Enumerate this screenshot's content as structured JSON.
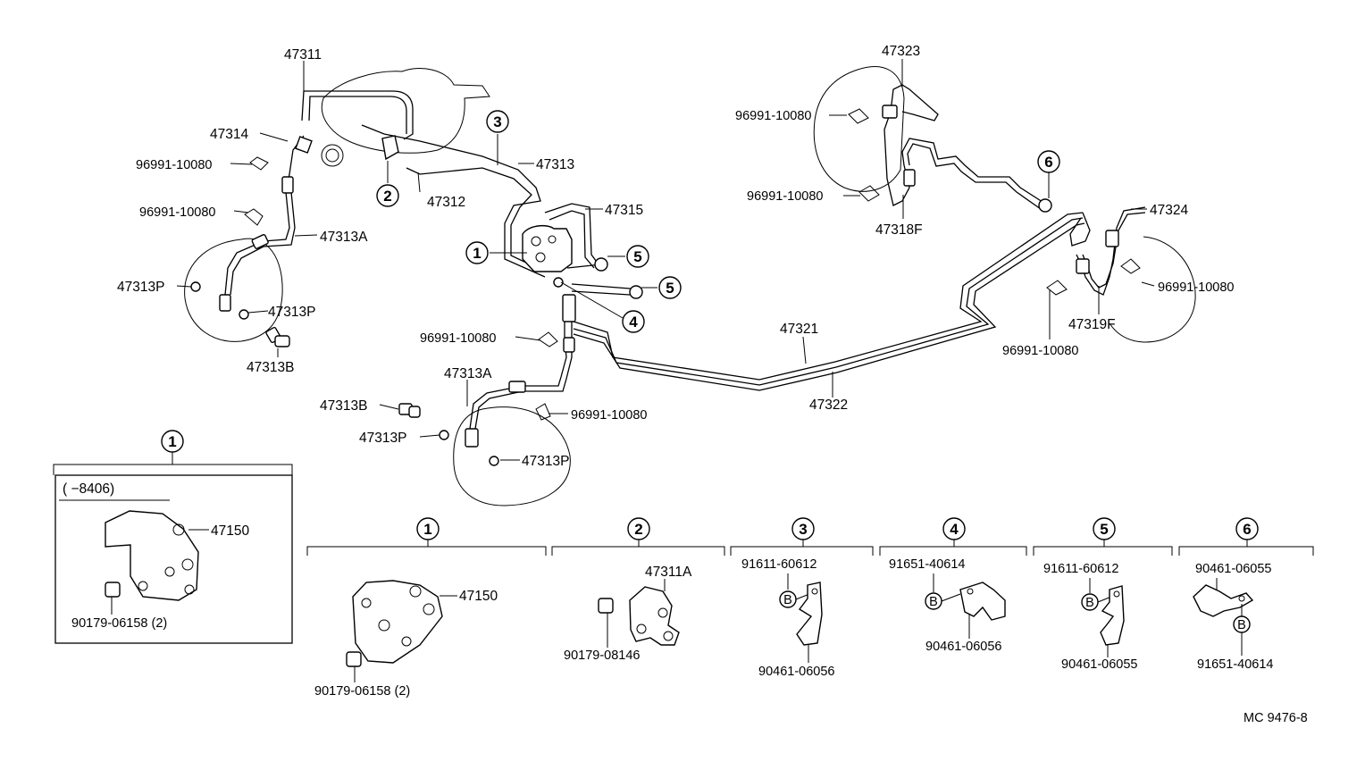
{
  "diagram": {
    "labels": {
      "p47311": "47311",
      "p47314": "47314",
      "p96991_a": "96991-10080",
      "p96991_b": "96991-10080",
      "p47313P_a": "47313P",
      "p47313P_b": "47313P",
      "p47313B_a": "47313B",
      "p47313A_a": "47313A",
      "p47312": "47312",
      "p47313": "47313",
      "p47315": "47315",
      "p96991_c": "96991-10080",
      "p47313A_b": "47313A",
      "p47313B_b": "47313B",
      "p47313P_c": "47313P",
      "p47313P_d": "47313P",
      "p96991_d": "96991-10080",
      "p47321": "47321",
      "p47322": "47322",
      "p47323": "47323",
      "p96991_e": "96991-10080",
      "p96991_f": "96991-10080",
      "p47318F": "47318F",
      "p47324": "47324",
      "p96991_g": "96991-10080",
      "p47319F": "47319F",
      "p96991_h": "96991-10080"
    },
    "callouts": {
      "c1": "1",
      "c2": "2",
      "c3": "3",
      "c4": "4",
      "c5a": "5",
      "c5b": "5",
      "c6": "6"
    },
    "inset": {
      "number": "1",
      "range": "(        −8406)",
      "part": "47150",
      "fitting": "90179-06158 (2)"
    },
    "details": {
      "d1": {
        "number": "1",
        "part": "47150",
        "fitting": "90179-06158 (2)"
      },
      "d2": {
        "number": "2",
        "part": "47311A",
        "fitting": "90179-08146"
      },
      "d3": {
        "number": "3",
        "top": "91611-60612",
        "bolt": "B",
        "bottom": "90461-06056"
      },
      "d4": {
        "number": "4",
        "top": "91651-40614",
        "bolt": "B",
        "bottom": "90461-06056"
      },
      "d5": {
        "number": "5",
        "top": "91611-60612",
        "bolt": "B",
        "bottom": "90461-06055"
      },
      "d6": {
        "number": "6",
        "top": "90461-06055",
        "bolt": "B",
        "bottom": "91651-40614"
      }
    },
    "code": "MC 9476-8"
  }
}
